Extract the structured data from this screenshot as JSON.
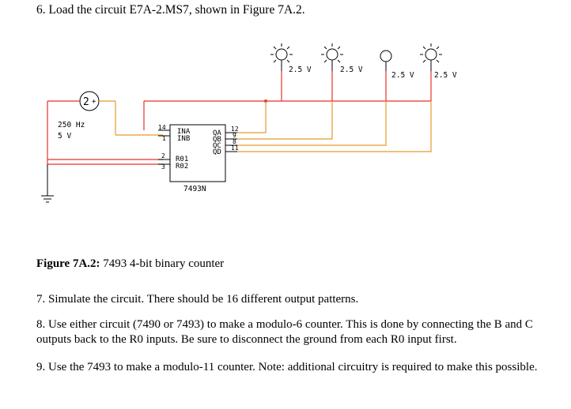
{
  "step6": "6. Load the circuit E7A-2.MS7, shown in Figure 7A.2.",
  "circuit": {
    "source": {
      "symbol": "2",
      "polarity": "+",
      "freq": "250 Hz",
      "volt": "5 V"
    },
    "ic": {
      "part": "7493N",
      "inputs": [
        "INA",
        "INB",
        "R01",
        "R02"
      ],
      "input_pins": [
        "14",
        "1",
        "2",
        "3"
      ],
      "outputs": [
        "QA",
        "QB",
        "QC",
        "QD"
      ],
      "output_pins": [
        "12",
        "9",
        "8",
        "11"
      ]
    },
    "lamps": [
      "2.5 V",
      "2.5 V",
      "2.5 V",
      "2.5 V"
    ],
    "colors": {
      "red": "#e8312a",
      "orange": "#e69a2e",
      "wire": "#000000"
    }
  },
  "caption": {
    "label": "Figure 7A.2:",
    "text": " 7493 4-bit binary counter"
  },
  "step7": "7. Simulate the circuit. There should be 16 different output patterns.",
  "step8": "8. Use either circuit (7490 or 7493) to make a modulo-6 counter. This is done by connecting the B and C outputs back to the R0 inputs. Be sure to disconnect the ground from each R0 input first.",
  "step9": "9. Use the 7493 to make a modulo-11 counter. Note: additional circuitry is required to make this possible."
}
